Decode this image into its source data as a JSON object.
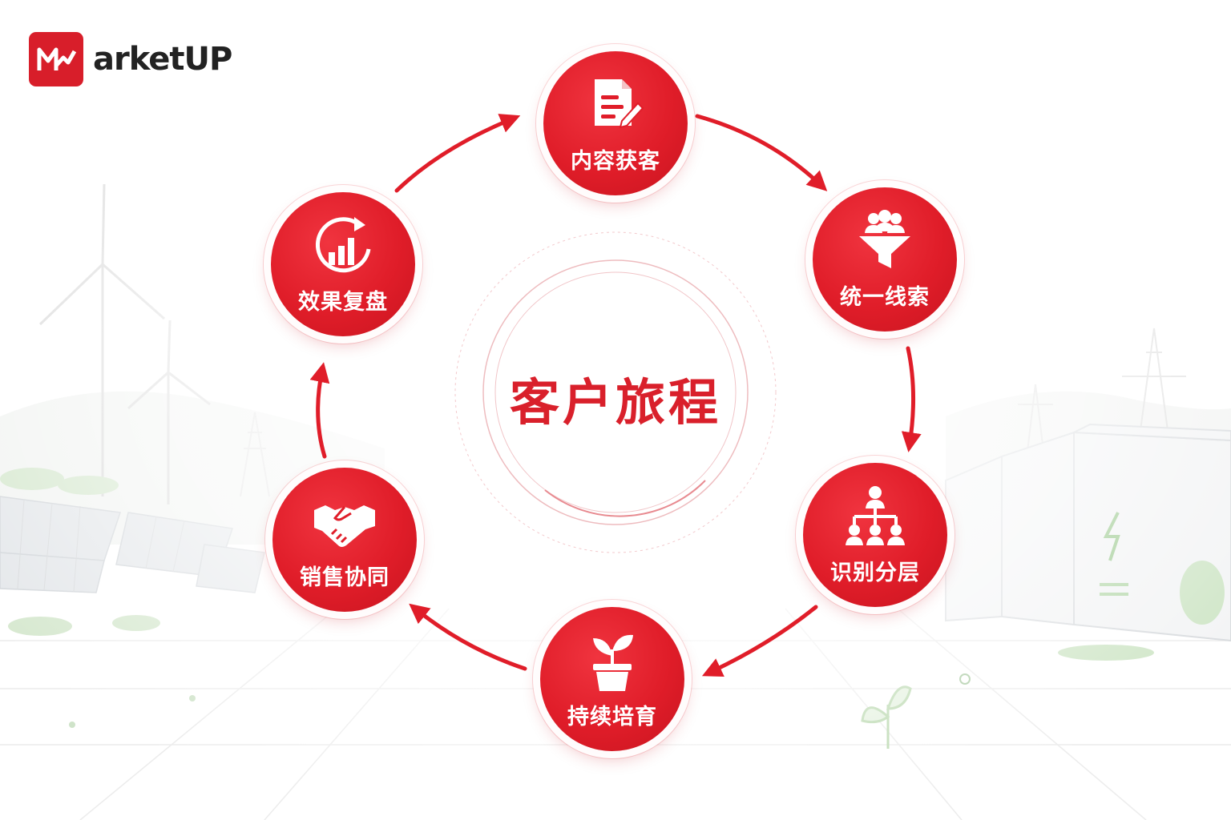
{
  "brand": {
    "name": "arketUP",
    "color": "#d81e2a"
  },
  "center": {
    "title": "客户旅程"
  },
  "steps": [
    {
      "label": "内容获客",
      "icon": "document-edit-icon"
    },
    {
      "label": "统一线索",
      "icon": "funnel-people-icon"
    },
    {
      "label": "识别分层",
      "icon": "org-hierarchy-icon"
    },
    {
      "label": "持续培育",
      "icon": "sprout-pot-icon"
    },
    {
      "label": "销售协同",
      "icon": "handshake-icon"
    },
    {
      "label": "效果复盘",
      "icon": "growth-chart-icon"
    }
  ],
  "colors": {
    "accent": "#e01d29",
    "text": "#ffffff",
    "logo_text": "#222222"
  }
}
